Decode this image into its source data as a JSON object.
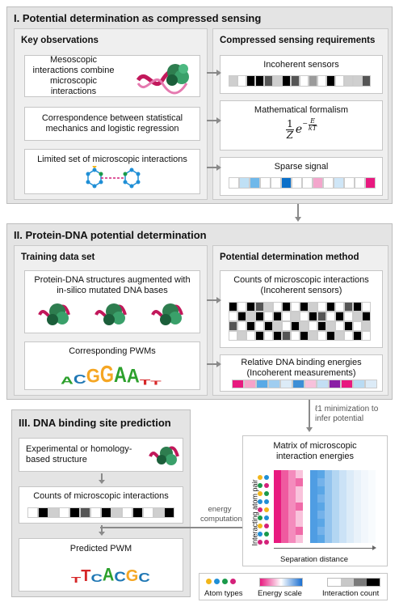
{
  "section1": {
    "title": "I. Potential determination as compressed sensing",
    "left_title": "Key observations",
    "right_title": "Compressed sensing requirements",
    "obs1": "Mesoscopic interactions combine microscopic interactions",
    "obs2": "Correspondence between statistical mechanics and logistic regression",
    "obs3": "Limited set of microscopic interactions",
    "req1": "Incoherent sensors",
    "req2": "Mathematical formalism",
    "req3": "Sparse signal",
    "formula_num": "1",
    "formula_den": "Z",
    "formula_base": "e",
    "formula_exp_num": "E",
    "formula_exp_den": "kT"
  },
  "section2": {
    "title": "II. Protein-DNA potential determination",
    "left_title": "Training data set",
    "right_title": "Potential determination method",
    "train1": "Protein-DNA structures augmented with in-silico mutated DNA bases",
    "train2": "Corresponding PWMs",
    "method1": "Counts of microscopic interactions (Incoherent sensors)",
    "method2": "Relative DNA binding energies (Incoherent measurements)",
    "logo_letters": [
      "A",
      "C",
      "G",
      "G",
      "A",
      "A",
      "T",
      "T"
    ]
  },
  "minimization_label": "ℓ1 minimization to infer potential",
  "section3": {
    "title": "III. DNA binding site prediction",
    "card1": "Experimental or homology-based structure",
    "card2": "Counts of microscopic interactions",
    "card3": "Predicted PWM",
    "logo_letters": [
      "T",
      "T",
      "C",
      "A",
      "C",
      "G",
      "C"
    ]
  },
  "matrix": {
    "title": "Matrix of microscopic interaction energies",
    "ylabel": "Interacting atom pair",
    "xlabel": "Separation distance"
  },
  "energy_label": "energy computation",
  "legend": {
    "atom_types": "Atom types",
    "energy_scale": "Energy scale",
    "interaction_count": "Interaction count"
  },
  "colors": {
    "atom_yellow": "#f2b619",
    "atom_blue": "#1f8fd6",
    "atom_green": "#1a9a4a",
    "atom_magenta": "#d4217a",
    "energy_pink": "#e8197f",
    "energy_blue": "#1a6fd1"
  }
}
